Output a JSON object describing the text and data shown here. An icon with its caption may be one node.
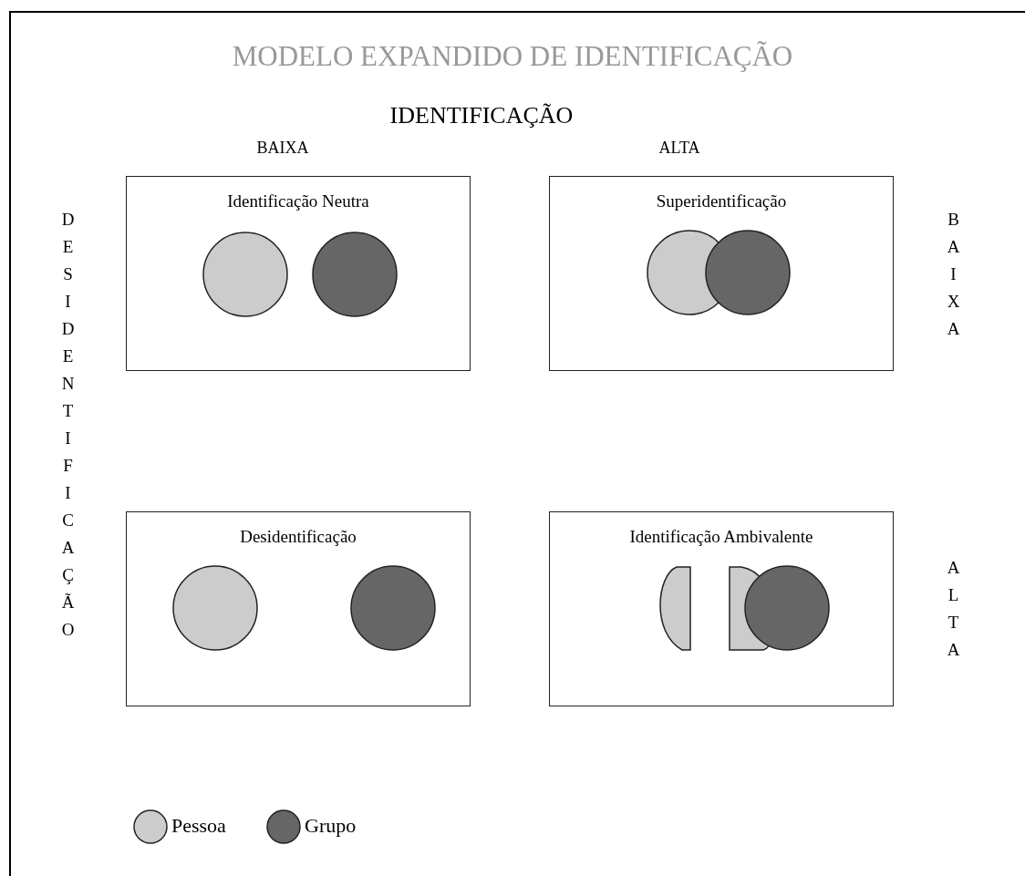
{
  "diagram": {
    "title": "MODELO EXPANDIDO DE IDENTIFICAÇÃO",
    "nodes": [
      {
        "text": [
          "Identificação Neutra"
        ]
      },
      {
        "text": [],
        "shape": "circle",
        "in": 0
      },
      {
        "text": [],
        "shape": "circle",
        "in": 0
      },
      {
        "text": [
          "Superidentificação"
        ]
      },
      {
        "text": [],
        "shape": "circle",
        "in": 3
      },
      {
        "text": [],
        "shape": "circle",
        "in": 3
      },
      {
        "text": [
          "Desidentificação"
        ]
      },
      {
        "text": [],
        "shape": "circle",
        "in": 6
      },
      {
        "text": [],
        "shape": "circle",
        "in": 6
      },
      {
        "text": [
          "Identificação Ambivalente"
        ]
      },
      {
        "text": [],
        "shape": "semicircle",
        "in": 9
      },
      {
        "text": [],
        "shape": "semicircle",
        "in": 9
      },
      {
        "text": [],
        "shape": "circle",
        "in": 9
      }
    ],
    "labels": [
      "IDENTIFICAÇÃO",
      "BAIXA",
      "ALTA",
      "DESIDENTIFICAÇÃO",
      "BAIXA",
      "ALTA"
    ],
    "legend": [
      {
        "text": "Pessoa",
        "color": "#cccccc"
      },
      {
        "text": "Grupo",
        "color": "#666666"
      }
    ]
  }
}
